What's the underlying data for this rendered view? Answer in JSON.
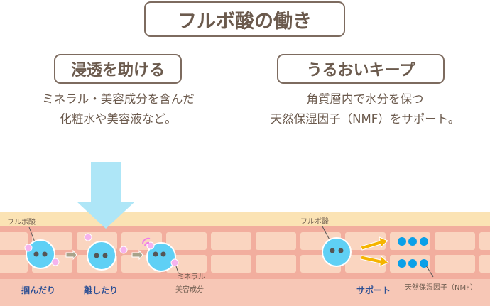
{
  "title": "フルボ酸の働き",
  "sections": [
    {
      "heading": "浸透を助ける",
      "lines": [
        "ミネラル・美容成分を含んだ",
        "化粧水や美容液など。"
      ]
    },
    {
      "heading": "うるおいキープ",
      "lines": [
        "角質層内で水分を保つ",
        "天然保湿因子（NMF）をサポート。"
      ]
    }
  ],
  "diagram": {
    "fulvic_label_left": "フルボ酸",
    "fulvic_label_right": "フルボ酸",
    "step_grab": "掴んだり",
    "step_release": "離したり",
    "mineral_label": [
      "ミネラル",
      "美容成分"
    ],
    "support_label": "サポート",
    "nmf_label": "天然保湿因子（NMF）"
  },
  "colors": {
    "fulvic": "#5fd0f5",
    "mineral": "#f5b3ee",
    "nmf": "#0aa0e8",
    "arrow": "#f5b400",
    "penetrate": "#aee6f7",
    "step_text": "#2c4f94"
  }
}
